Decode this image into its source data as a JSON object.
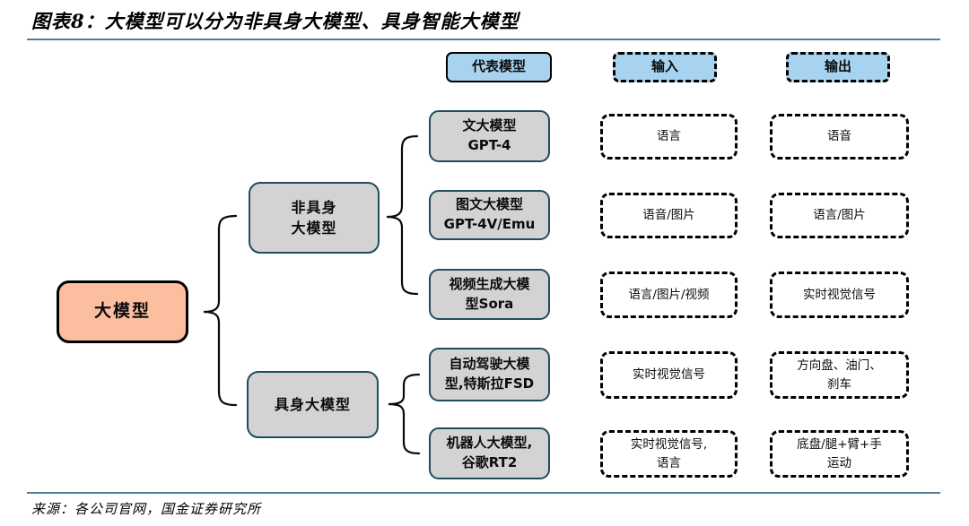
{
  "title": "图表8：大模型可以分为非具身大模型、具身智能大模型",
  "source": "来源：各公司官网，国金证券研究所",
  "colors": {
    "root_fill": "#FBBF9F",
    "category_fill": "#D3D3D3",
    "header_fill": "#A8D3F0",
    "box_border_teal": "#1E4D60",
    "rule": "#4E7D9B"
  },
  "headers": {
    "model": "代表模型",
    "input": "输入",
    "output": "输出"
  },
  "root": {
    "label": "大模型"
  },
  "categories": [
    {
      "label": "非具身\n大模型"
    },
    {
      "label": "具身大模型"
    }
  ],
  "rows": [
    {
      "model": "文大模型\nGPT-4",
      "input": "语言",
      "output": "语音"
    },
    {
      "model": "图文大模型\nGPT-4V/Emu",
      "input": "语音/图片",
      "output": "语言/图片"
    },
    {
      "model": "视频生成大模\n型Sora",
      "input": "语言/图片/视频",
      "output": "实时视觉信号"
    },
    {
      "model": "自动驾驶大模\n型,特斯拉FSD",
      "input": "实时视觉信号",
      "output": "方向盘、油门、\n刹车"
    },
    {
      "model": "机器人大模型,\n谷歌RT2",
      "input": "实时视觉信号,\n语言",
      "output": "底盘/腿+臂+手\n运动"
    }
  ]
}
